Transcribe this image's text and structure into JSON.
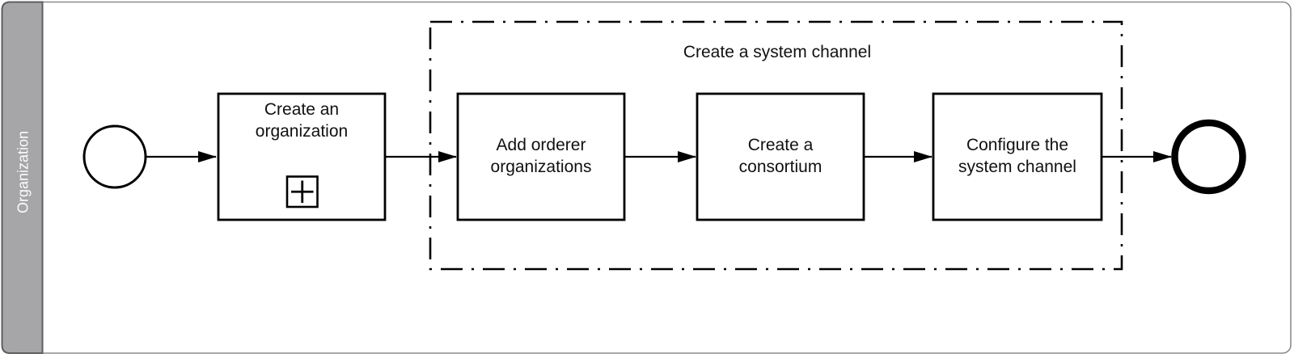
{
  "colors": {
    "stroke": "#000000",
    "shape_fill": "#ffffff",
    "pool_border": "#8c8c8c",
    "lane_fill": "#a6a6a8",
    "lane_separator": "#5e5e60",
    "lane_text": "#fbfbfb",
    "label_text": "#111111"
  },
  "lane": {
    "label": "Organization"
  },
  "group": {
    "label": "Create a system channel"
  },
  "tasks": [
    {
      "lines": [
        "Create an",
        "organization"
      ]
    },
    {
      "lines": [
        "Add orderer",
        "organizations"
      ]
    },
    {
      "lines": [
        "Create a",
        "consortium"
      ]
    },
    {
      "lines": [
        "Configure the",
        "system channel"
      ]
    }
  ]
}
